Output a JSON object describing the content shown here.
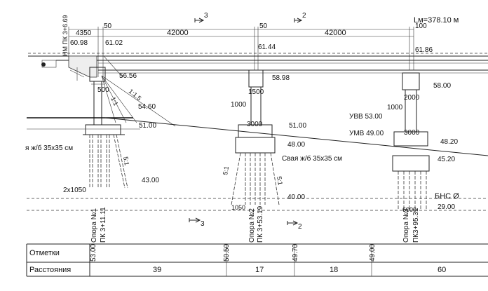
{
  "header": {
    "length": "Lм=378.10 м",
    "section_3": "3",
    "section_2": "2"
  },
  "abutment": {
    "station_label": "НМ ПК 3+6.69",
    "offset": "4350",
    "gap": "50",
    "elev_left": "60.98",
    "elev_right": "61.02",
    "elev_base": "56.56",
    "width": "500",
    "slope_1": "1:1.5",
    "slope_2": "1:1",
    "elev_ground": "54.60",
    "elev_footing": "51.00",
    "pile_slope": "5:1",
    "pile_tip": "43.00",
    "pile_spacing": "2x1050"
  },
  "spans": {
    "span_1": "42000",
    "span_2": "42000",
    "gap_2": "50",
    "gap_3": "100"
  },
  "pier2": {
    "deck_elev": "61.44",
    "cap_elev": "58.98",
    "cap_width": "1500",
    "col_width": "1000",
    "footing_width": "3000",
    "ground_elev": "51.00",
    "footing_elev": "48.00",
    "pile_label": "Свая ж/б 35x35 см",
    "pile_slope_left": "5:1",
    "pile_slope_right": "5:1",
    "pile_tip": "40.00",
    "bottom_width": "1050",
    "name": "Опора №2",
    "station": "ПК 3+53.19"
  },
  "pier3": {
    "deck_elev": "61.86",
    "cap_elev": "58.00",
    "cap_width": "2000",
    "col_width": "1000",
    "hwl": "УВВ 53.00",
    "lwl": "УМВ 49.00",
    "footing_width": "3000",
    "ground_elev": "48.20",
    "footing_elev": "45.20",
    "soil": "БНС Ø",
    "pile_tip": "29.00",
    "bottom_width": "6000",
    "name": "Опора №3",
    "station": "ПК3+95.31"
  },
  "pier1": {
    "name": "Опора №1",
    "station": "ПК 3+11.11"
  },
  "left_label": "я ж/б 35x35 см",
  "lower_sections": {
    "s3": "3",
    "s2": "2"
  },
  "table": {
    "row1_label": "Отметки",
    "row2_label": "Расстояния",
    "elevations": [
      "53.00",
      "50.50",
      "49.70",
      "49.00"
    ],
    "distances": [
      "39",
      "17",
      "18",
      "60"
    ]
  }
}
